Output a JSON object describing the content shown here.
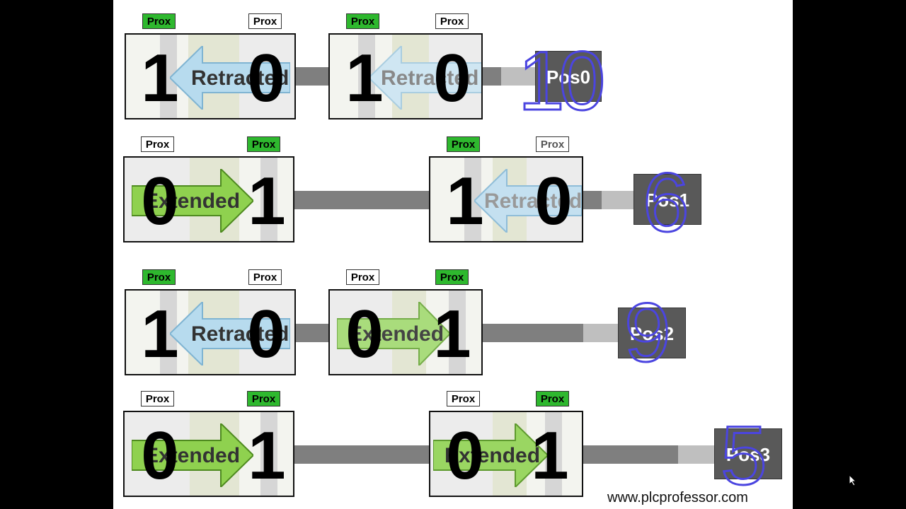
{
  "footer": "www.plcprofessor.com",
  "colors": {
    "prox_on": "#2eb82e",
    "outline_number": "#4b45e0",
    "rod": "#7f7f7f",
    "position_block": "#595959"
  },
  "icons": {
    "cursor": "mouse-pointer-icon"
  },
  "rows": [
    {
      "position_label": "Pos0",
      "value": "10",
      "cylinders": [
        {
          "prox_left": "Prox",
          "prox_left_active": true,
          "prox_right": "Prox",
          "prox_right_active": false,
          "bit_left": "1",
          "bit_right": "0",
          "state": "Retracted"
        },
        {
          "prox_left": "Prox",
          "prox_left_active": true,
          "prox_right": "Prox",
          "prox_right_active": false,
          "bit_left": "1",
          "bit_right": "0",
          "state": "Retracted"
        }
      ]
    },
    {
      "position_label": "Pos1",
      "value": "6",
      "cylinders": [
        {
          "prox_left": "Prox",
          "prox_left_active": false,
          "prox_right": "Prox",
          "prox_right_active": true,
          "bit_left": "0",
          "bit_right": "1",
          "state": "Extended"
        },
        {
          "prox_left": "Prox",
          "prox_left_active": true,
          "prox_right": "Prox",
          "prox_right_active": false,
          "bit_left": "1",
          "bit_right": "0",
          "state": "Retracted"
        }
      ]
    },
    {
      "position_label": "Pos2",
      "value": "9",
      "cylinders": [
        {
          "prox_left": "Prox",
          "prox_left_active": true,
          "prox_right": "Prox",
          "prox_right_active": false,
          "bit_left": "1",
          "bit_right": "0",
          "state": "Retracted"
        },
        {
          "prox_left": "Prox",
          "prox_left_active": false,
          "prox_right": "Prox",
          "prox_right_active": true,
          "bit_left": "0",
          "bit_right": "1",
          "state": "Extended"
        }
      ]
    },
    {
      "position_label": "Pos3",
      "value": "5",
      "cylinders": [
        {
          "prox_left": "Prox",
          "prox_left_active": false,
          "prox_right": "Prox",
          "prox_right_active": true,
          "bit_left": "0",
          "bit_right": "1",
          "state": "Extended"
        },
        {
          "prox_left": "Prox",
          "prox_left_active": false,
          "prox_right": "Prox",
          "prox_right_active": true,
          "bit_left": "0",
          "bit_right": "1",
          "state": "Extended"
        }
      ]
    }
  ]
}
